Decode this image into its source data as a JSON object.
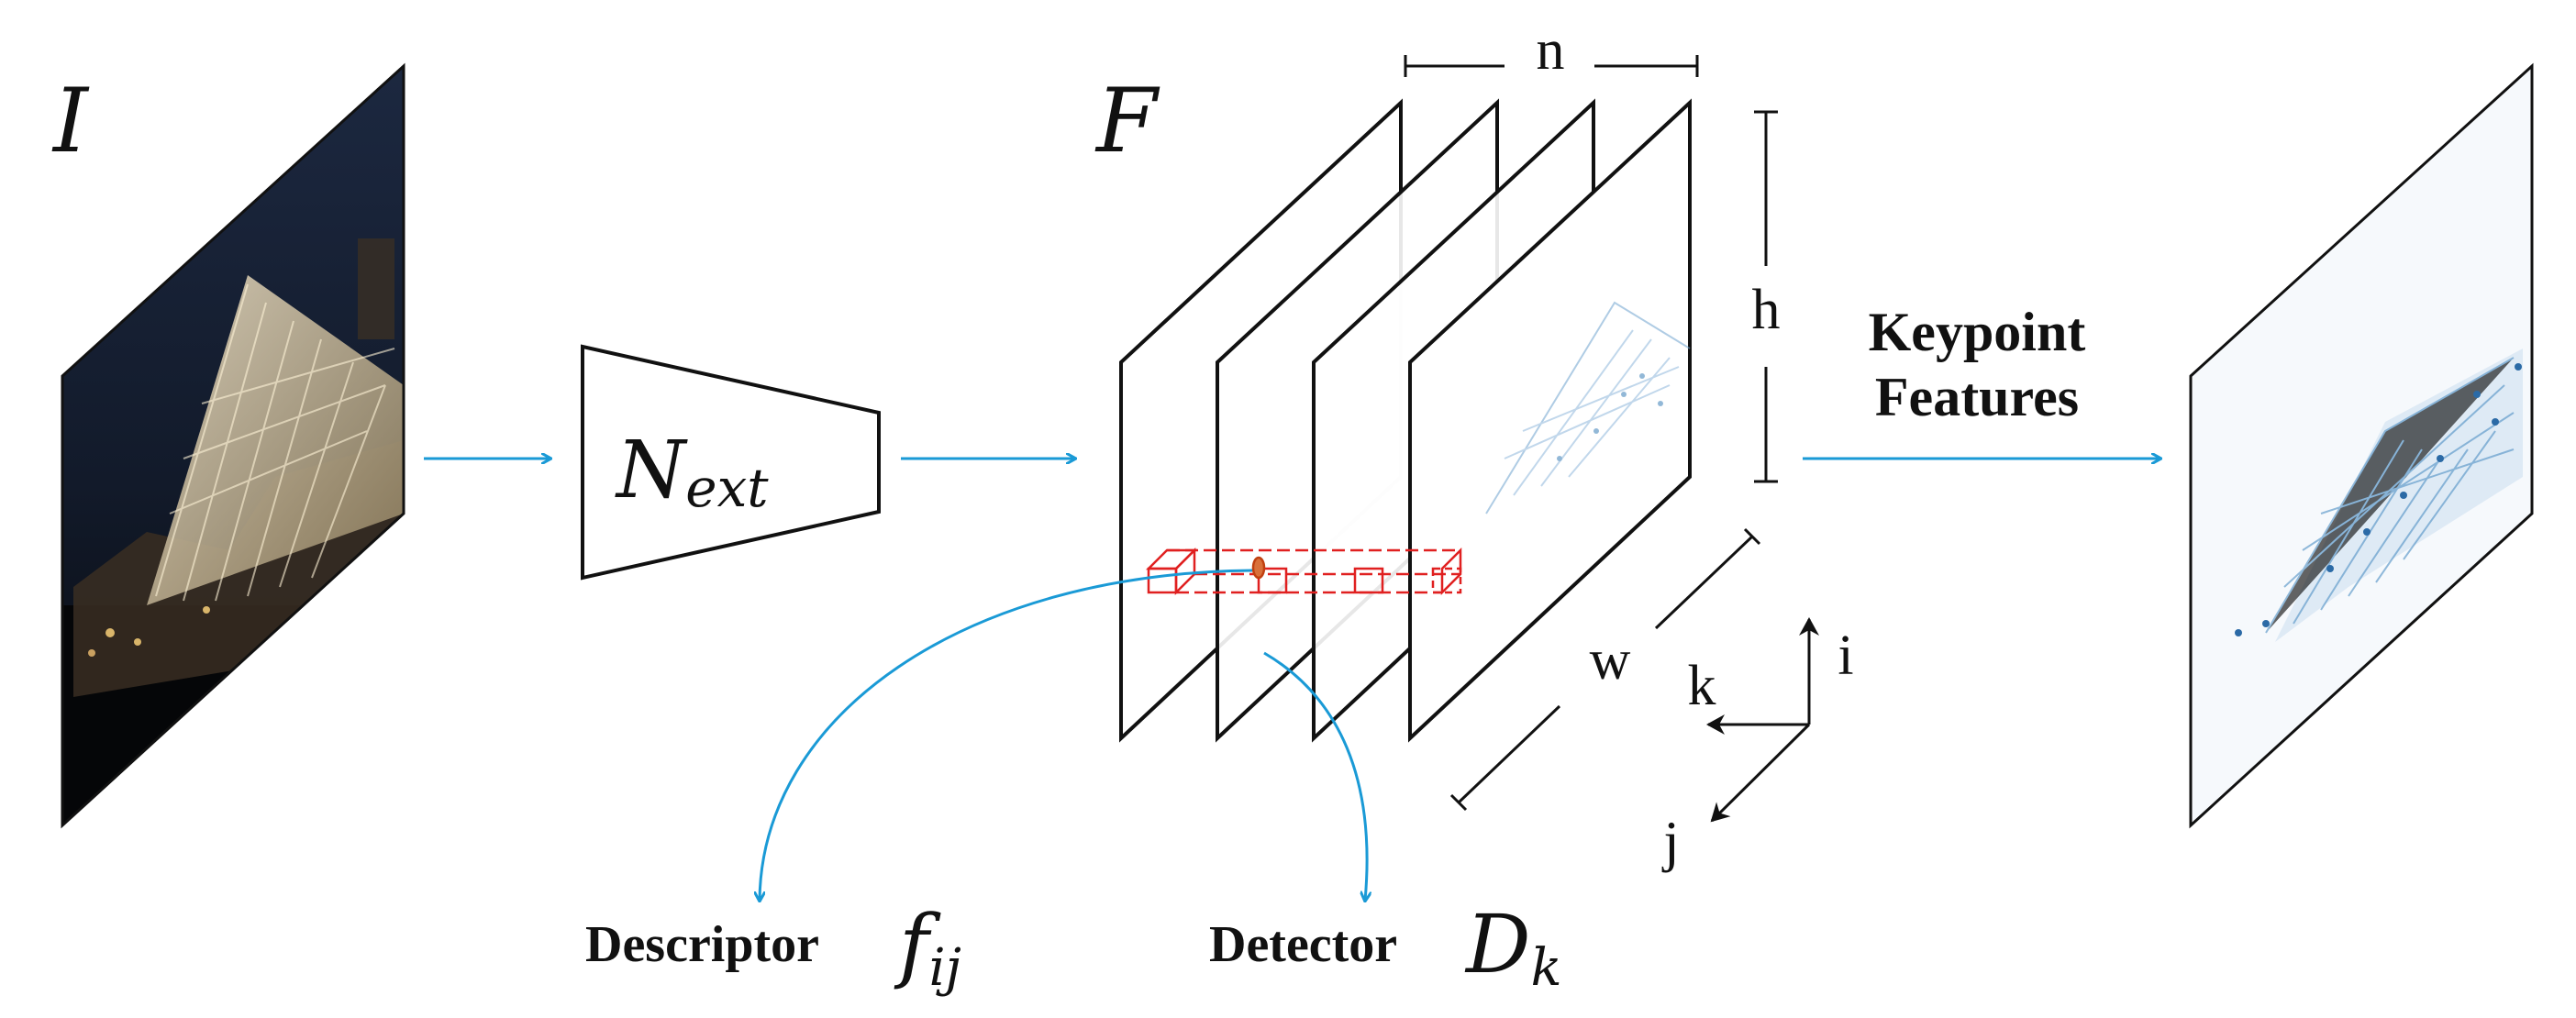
{
  "labels": {
    "input_symbol": "I",
    "feature_symbol": "F",
    "network_main": "N",
    "network_sub": "ext",
    "dim_n": "n",
    "dim_h": "h",
    "dim_w": "w",
    "axis_i": "i",
    "axis_j": "j",
    "axis_k": "k",
    "keypoint_line1": "Keypoint",
    "keypoint_line2": "Features",
    "descriptor_text": "Descriptor",
    "descriptor_main": "f",
    "descriptor_sub": "ij",
    "detector_text": "Detector",
    "detector_main": "D",
    "detector_sub": "k"
  },
  "colors": {
    "arrow": "#1a9ad6",
    "highlight": "#e02020",
    "ink": "#111111",
    "photo_dark": "#0e1624",
    "heat": "#3a7fb8"
  }
}
